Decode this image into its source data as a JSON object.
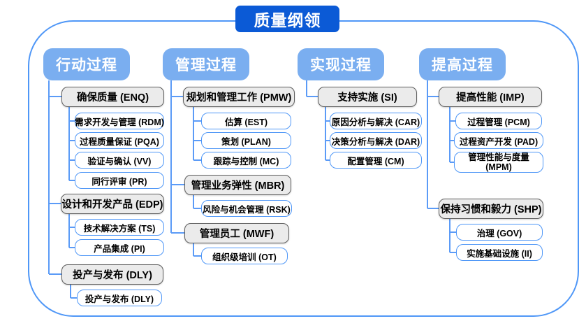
{
  "title": "质量纲领",
  "colors": {
    "title_bg": "#0b5ad6",
    "header_bg": "#7aaef0",
    "connector_blue": "#5b9bf7",
    "frame_border": "#4f97f7",
    "group_fill": "#ebebeb",
    "group_border": "#5f5f5f",
    "leaf_border": "#4f97f7",
    "text_dark": "#000000",
    "text_light": "#ffffff"
  },
  "columns": [
    {
      "label": "行动过程",
      "groups": [
        {
          "label": "确保质量 (ENQ)",
          "children": [
            "需求开发与管理 (RDM)",
            "过程质量保证 (PQA)",
            "验证与确认 (VV)",
            "同行评审 (PR)"
          ]
        },
        {
          "label": "设计和开发产品 (EDP)",
          "children": [
            "技术解决方案 (TS)",
            "产品集成 (PI)"
          ]
        },
        {
          "label": "投产与发布 (DLY)",
          "children": [
            "投产与发布 (DLY)"
          ]
        }
      ]
    },
    {
      "label": "管理过程",
      "groups": [
        {
          "label": "规划和管理工作 (PMW)",
          "children": [
            "估算 (EST)",
            "策划 (PLAN)",
            "跟踪与控制 (MC)"
          ]
        },
        {
          "label": "管理业务弹性 (MBR)",
          "children": [
            "风险与机会管理 (RSK)"
          ]
        },
        {
          "label": "管理员工 (MWF)",
          "children": [
            "组织级培训 (OT)"
          ]
        }
      ]
    },
    {
      "label": "实现过程",
      "groups": [
        {
          "label": "支持实施 (SI)",
          "children": [
            "原因分析与解决 (CAR)",
            "决策分析与解决 (DAR)",
            "配置管理 (CM)"
          ]
        }
      ]
    },
    {
      "label": "提高过程",
      "groups": [
        {
          "label": "提高性能 (IMP)",
          "children": [
            "过程管理 (PCM)",
            "过程资产开发 (PAD)",
            "管理性能与度量 (MPM)"
          ]
        },
        {
          "label": "保持习惯和毅力 (SHP)",
          "children": [
            "治理 (GOV)",
            "实施基础设施 (II)"
          ]
        }
      ]
    }
  ]
}
